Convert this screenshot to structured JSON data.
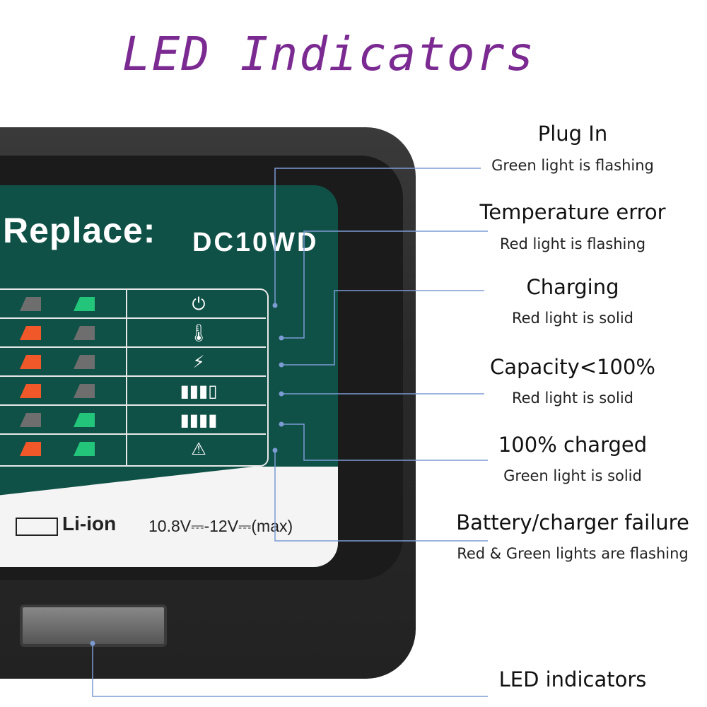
{
  "title": "LED Indicators",
  "label": {
    "replace": "Replace:",
    "model": "DC10WD",
    "battery_type": "Li-ion",
    "voltage": "10.8V⎓-12V⎓(max)"
  },
  "rows": [
    {
      "icon": "plug-icon",
      "red": "off",
      "green": "flashing"
    },
    {
      "icon": "thermometer-icon",
      "red": "flashing",
      "green": "off"
    },
    {
      "icon": "charging-battery-icon",
      "red": "solid",
      "green": "off"
    },
    {
      "icon": "partial-battery-icon",
      "red": "solid",
      "green": "off"
    },
    {
      "icon": "full-battery-icon",
      "red": "off",
      "green": "solid"
    },
    {
      "icon": "battery-failure-icon",
      "red": "flashing",
      "green": "flashing"
    }
  ],
  "callouts": [
    {
      "title": "Plug In",
      "desc": "Green light is flashing"
    },
    {
      "title": "Temperature error",
      "desc": "Red light is flashing"
    },
    {
      "title": "Charging",
      "desc": "Red light is solid"
    },
    {
      "title": "Capacity<100%",
      "desc": "Red light is solid"
    },
    {
      "title": "100% charged",
      "desc": "Green light is solid"
    },
    {
      "title": "Battery/charger failure",
      "desc": "Red & Green lights are flashing"
    },
    {
      "title": "LED indicators",
      "desc": ""
    }
  ],
  "colors": {
    "title": "#7b2a92",
    "panel": "#0f5147",
    "led_red": "#f0582a",
    "led_green": "#22c57a",
    "callout_line": "#7c9bd3"
  }
}
